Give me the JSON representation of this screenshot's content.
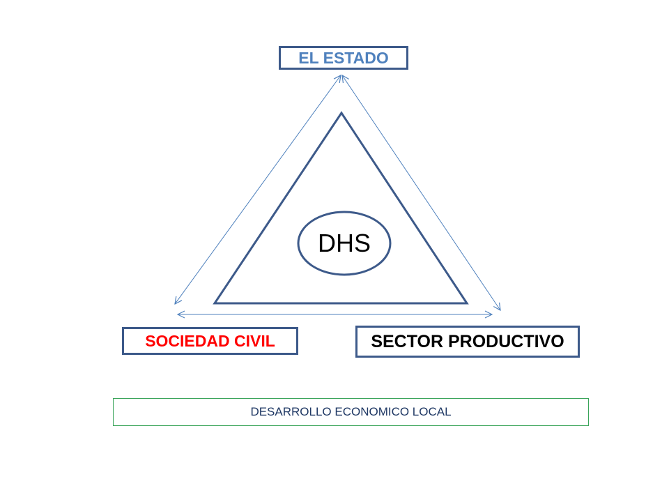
{
  "nodes": {
    "estado": {
      "label": "EL ESTADO",
      "color": "#4f81bd"
    },
    "sociedad": {
      "label": "SOCIEDAD CIVIL",
      "color": "#ff0000"
    },
    "sector": {
      "label": "SECTOR PRODUCTIVO",
      "color": "#000000"
    }
  },
  "center": {
    "label": "DHS"
  },
  "footer": {
    "label": "DESARROLLO ECONOMICO LOCAL",
    "color": "#1f3864"
  },
  "colors": {
    "triangle_stroke": "#3d5a8a",
    "arrow_stroke": "#4f81bd",
    "box_border": "#3d5a8a",
    "footer_border": "#3aa45a"
  }
}
